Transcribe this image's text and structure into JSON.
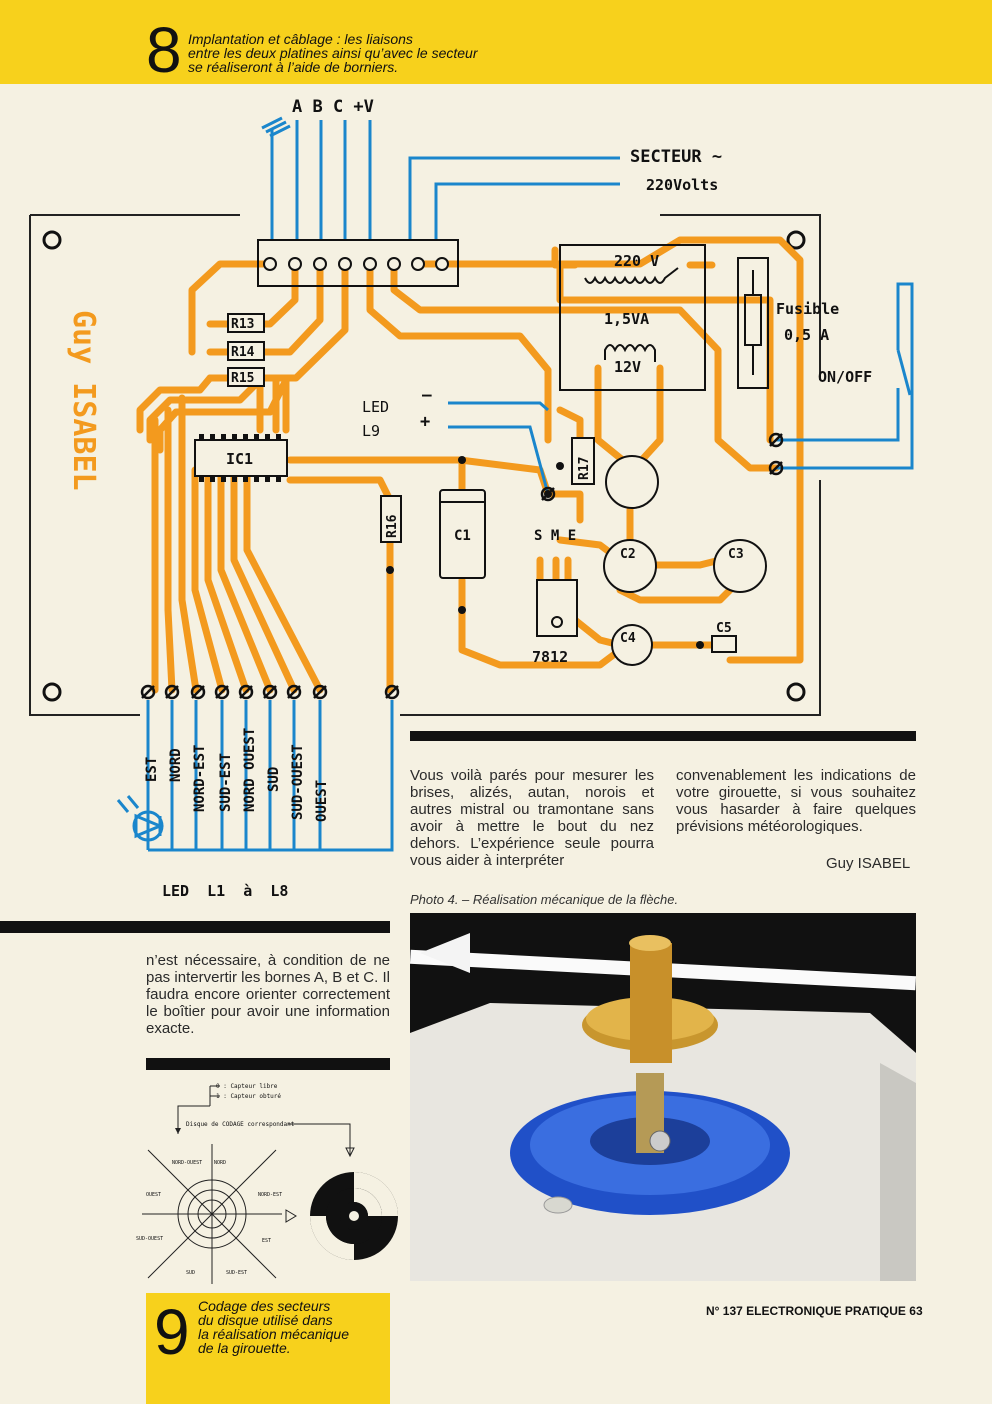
{
  "fig8": {
    "number": "8",
    "caption": [
      "Implantation et câblage : les liaisons",
      "entre les deux platines ainsi qu’avec le secteur",
      "se réaliseront à l’aide de borniers."
    ]
  },
  "schematic": {
    "top_labels": "A B C +V",
    "secteur": "SECTEUR ~",
    "volts": "220Volts",
    "transformer_primary": "220 V",
    "transformer_power": "1,5VA",
    "transformer_secondary": "12V",
    "fuse_label": "Fusible",
    "fuse_value": "0,5 A",
    "switch_label": "ON/OFF",
    "led_label": "LED",
    "led_ref": "L9",
    "led_minus": "–",
    "led_plus": "+",
    "resistors": [
      "R13",
      "R14",
      "R15",
      "R16",
      "R17"
    ],
    "ic": "IC1",
    "caps": [
      "C1",
      "C2",
      "C3",
      "C4",
      "C5"
    ],
    "regulator_pins": "S M E",
    "regulator": "7812",
    "signature": "Guy ISABEL",
    "directions": [
      "EST",
      "NORD",
      "NORD-EST",
      "SUD-EST",
      "NORD OUEST",
      "SUD",
      "SUD-OUEST",
      "OUEST"
    ],
    "leds_label": "LED  L1  à  L8"
  },
  "article": {
    "col1": "Vous voilà parés pour mesurer les brises, alizés, autan, norois et autres mistral ou tramontane sans avoir à mettre le bout du nez dehors. L’expérience seule pourra vous aider à interpréter",
    "col2": "convenablement les indications de votre girouette, si vous souhaitez vous hasarder à faire quelques prévisions météorologiques.",
    "author": "Guy ISABEL",
    "left_col": "n’est nécessaire, à condition de ne pas intervertir les bornes A, B et C. Il faudra encore orienter correctement le boîtier pour avoir une information exacte."
  },
  "photo": {
    "caption": "Photo 4. – Réalisation mécanique de la flèche."
  },
  "coding": {
    "legend0": "0 : Capteur libre",
    "legend1": "1 : Capteur obturé",
    "disk_label": "Disque de CODAGE correspondant",
    "sectors": [
      "NORD-OUEST",
      "NORD",
      "NORD-EST",
      "EST",
      "SUD-EST",
      "SUD",
      "SUD-OUEST",
      "OUEST"
    ]
  },
  "fig9": {
    "number": "9",
    "caption": [
      "Codage des secteurs",
      "du disque utilisé dans",
      "la réalisation mécanique",
      "de la girouette."
    ]
  },
  "footer": "N° 137 ELECTRONIQUE PRATIQUE 63",
  "colors": {
    "yellow": "#f7d11c",
    "trace": "#f39a1e",
    "wire": "#1a86cc",
    "paper": "#f5f1e2"
  }
}
